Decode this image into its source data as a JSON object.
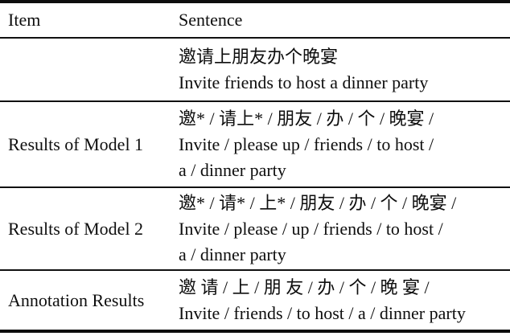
{
  "table": {
    "columns": {
      "item": "Item",
      "sentence": "Sentence"
    },
    "rows": [
      {
        "item": "",
        "lines": [
          "邀请上朋友办个晚宴",
          "Invite friends to host a dinner party"
        ]
      },
      {
        "item": "Results of Model 1",
        "lines": [
          "邀* / 请上* / 朋友 / 办 / 个 / 晚宴 /",
          "Invite / please up / friends / to host /",
          "a / dinner party"
        ]
      },
      {
        "item": "Results of Model 2",
        "lines": [
          "邀* / 请* / 上* / 朋友 / 办 / 个 / 晚宴 /",
          "Invite / please / up / friends / to host /",
          "a / dinner party"
        ]
      },
      {
        "item": "Annotation Results",
        "lines": [
          "邀 请 / 上 / 朋 友 / 办 / 个 / 晚 宴 /",
          "Invite / friends / to host / a / dinner party"
        ]
      }
    ],
    "colors": {
      "text": "#0e0e0e",
      "rule": "#111111",
      "background": "#ffffff"
    }
  }
}
